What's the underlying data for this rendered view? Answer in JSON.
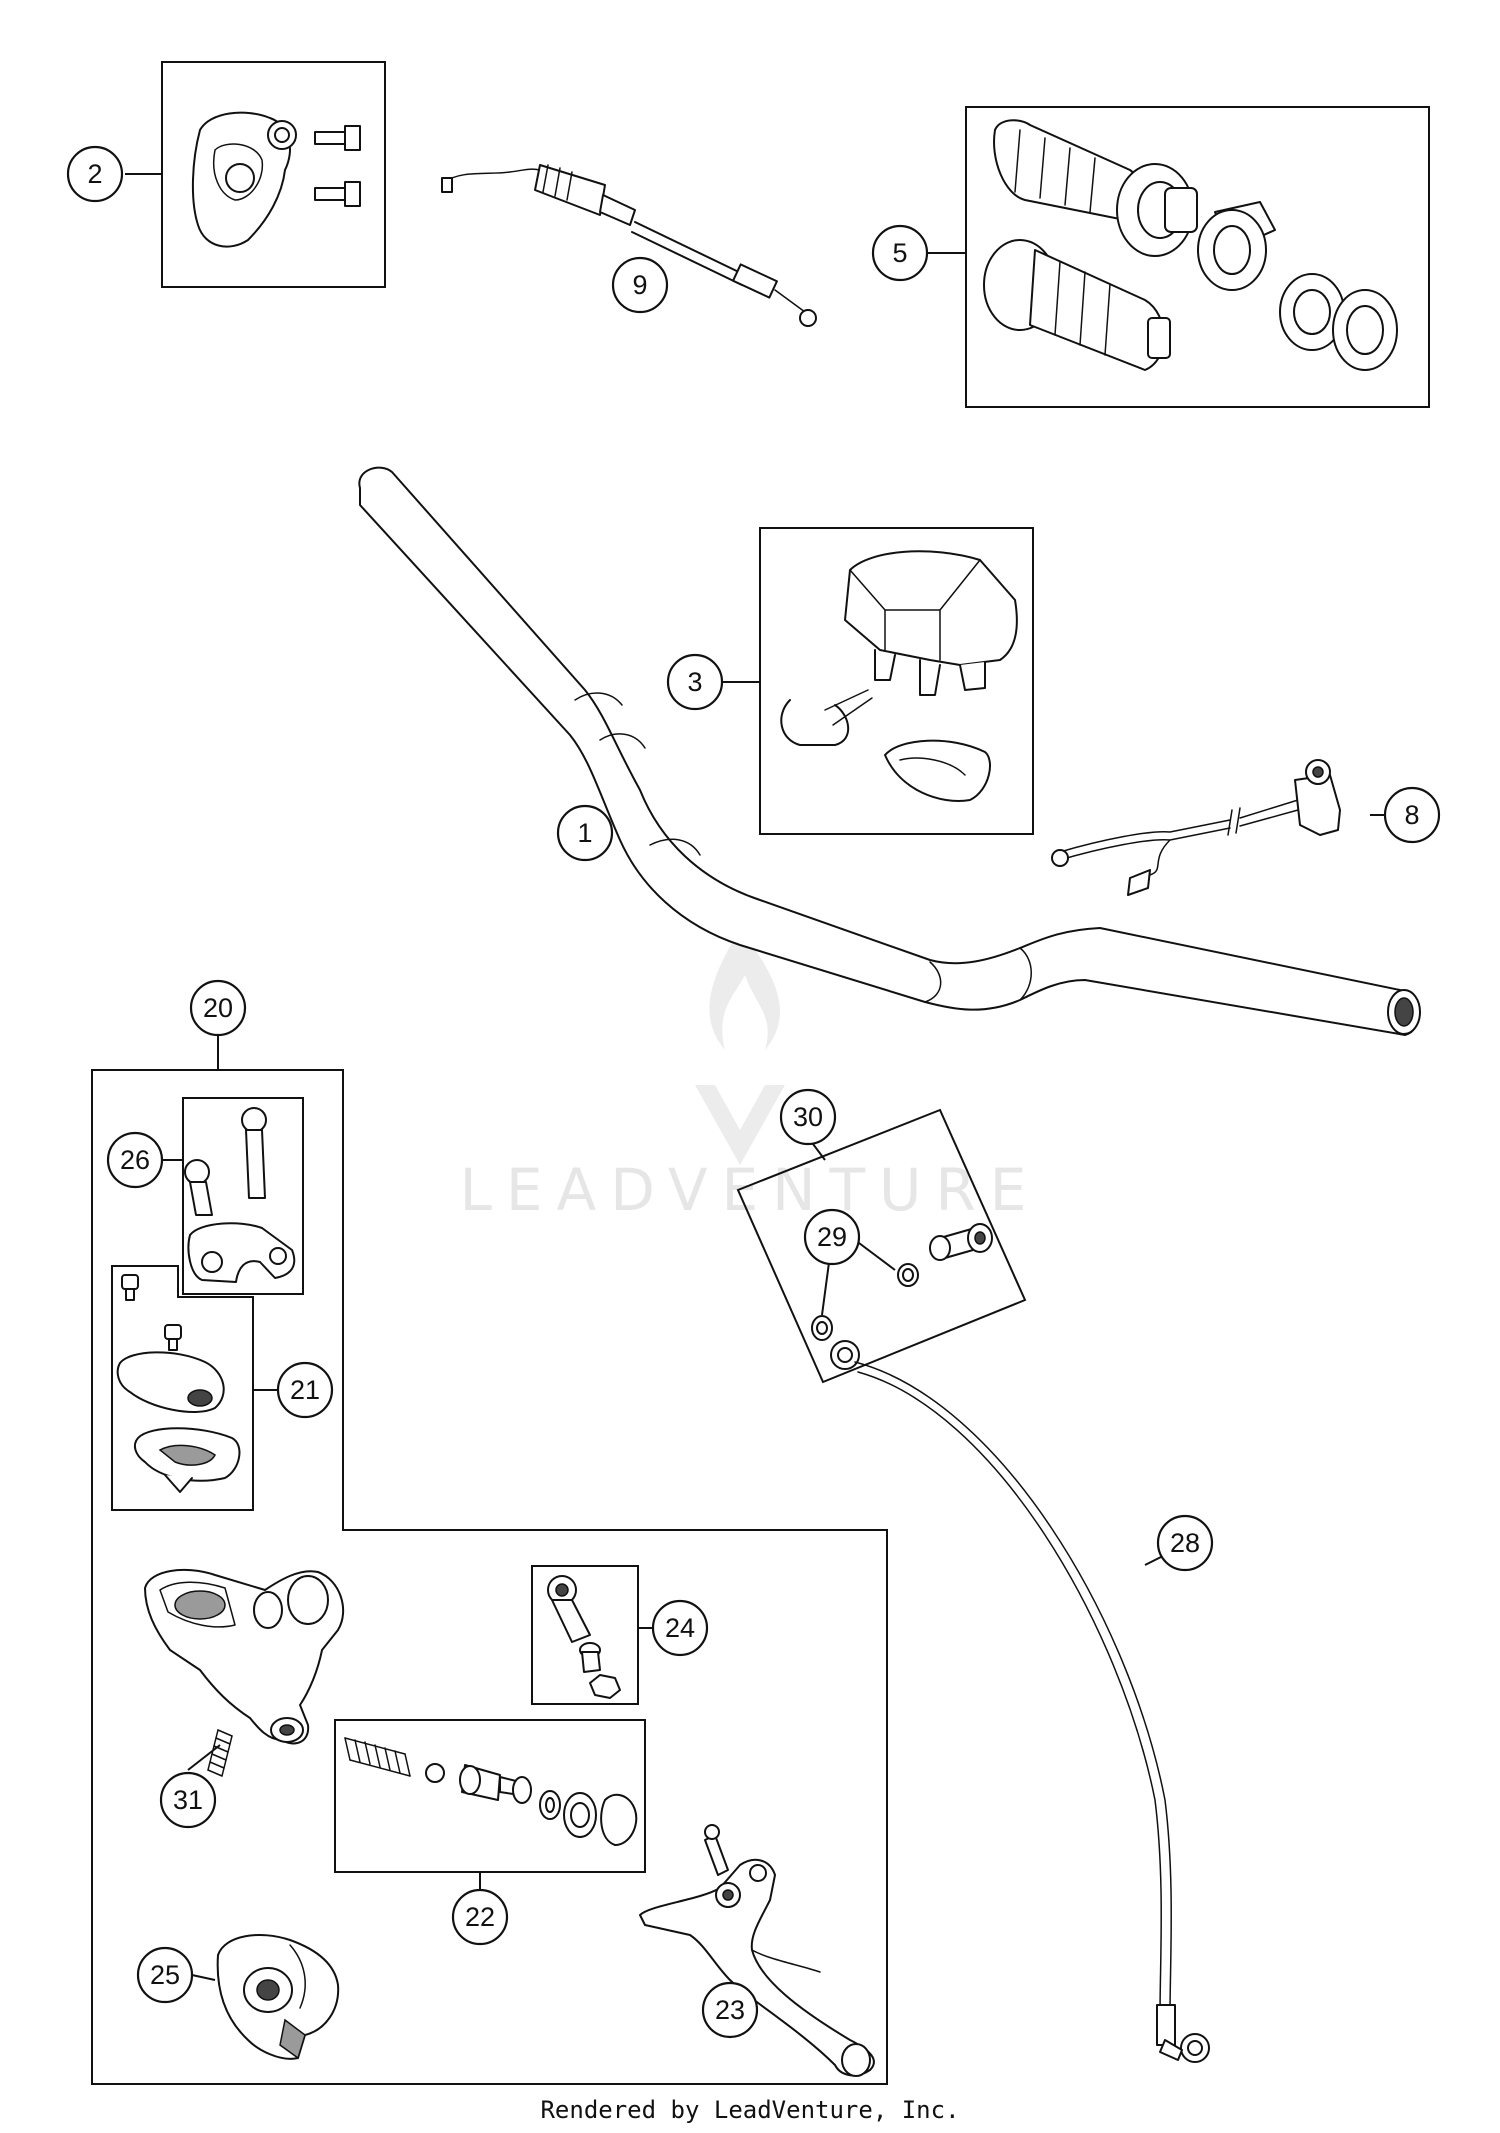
{
  "callouts": [
    {
      "id": "1",
      "label": "1"
    },
    {
      "id": "2",
      "label": "2"
    },
    {
      "id": "3",
      "label": "3"
    },
    {
      "id": "5",
      "label": "5"
    },
    {
      "id": "8",
      "label": "8"
    },
    {
      "id": "9",
      "label": "9"
    },
    {
      "id": "20",
      "label": "20"
    },
    {
      "id": "21",
      "label": "21"
    },
    {
      "id": "22",
      "label": "22"
    },
    {
      "id": "23",
      "label": "23"
    },
    {
      "id": "24",
      "label": "24"
    },
    {
      "id": "25",
      "label": "25"
    },
    {
      "id": "26",
      "label": "26"
    },
    {
      "id": "28",
      "label": "28"
    },
    {
      "id": "29",
      "label": "29"
    },
    {
      "id": "30",
      "label": "30"
    },
    {
      "id": "31",
      "label": "31"
    }
  ],
  "watermark": {
    "text": "LEADVENTURE",
    "color": "#e6e6e6"
  },
  "footer": {
    "text": "Rendered by LeadVenture, Inc."
  },
  "colors": {
    "line": "#111111",
    "background": "#ffffff"
  }
}
